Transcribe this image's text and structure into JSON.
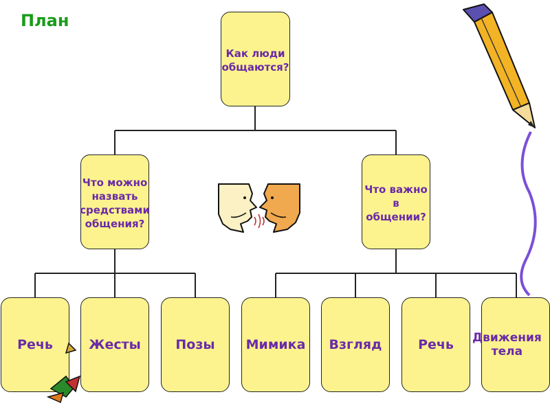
{
  "title": "План",
  "root": {
    "label": "Как люди\nобщаются?"
  },
  "branches": [
    {
      "label": "Что можно\nназвать\nсредствами\nобщения?"
    },
    {
      "label": "Что важно\nв\nобщении?"
    }
  ],
  "leaves": [
    {
      "label": "Речь"
    },
    {
      "label": "Жесты"
    },
    {
      "label": "Позы"
    },
    {
      "label": "Мимика"
    },
    {
      "label": "Взгляд"
    },
    {
      "label": "Речь"
    },
    {
      "label": "Движения\nтела"
    }
  ],
  "colors": {
    "box_fill": "#fcf38e",
    "text": "#6a2aa8",
    "title": "#1a9c1a",
    "line": "#222222"
  },
  "icons": [
    "pencil-icon",
    "talking-faces-icon",
    "flower-icon"
  ]
}
